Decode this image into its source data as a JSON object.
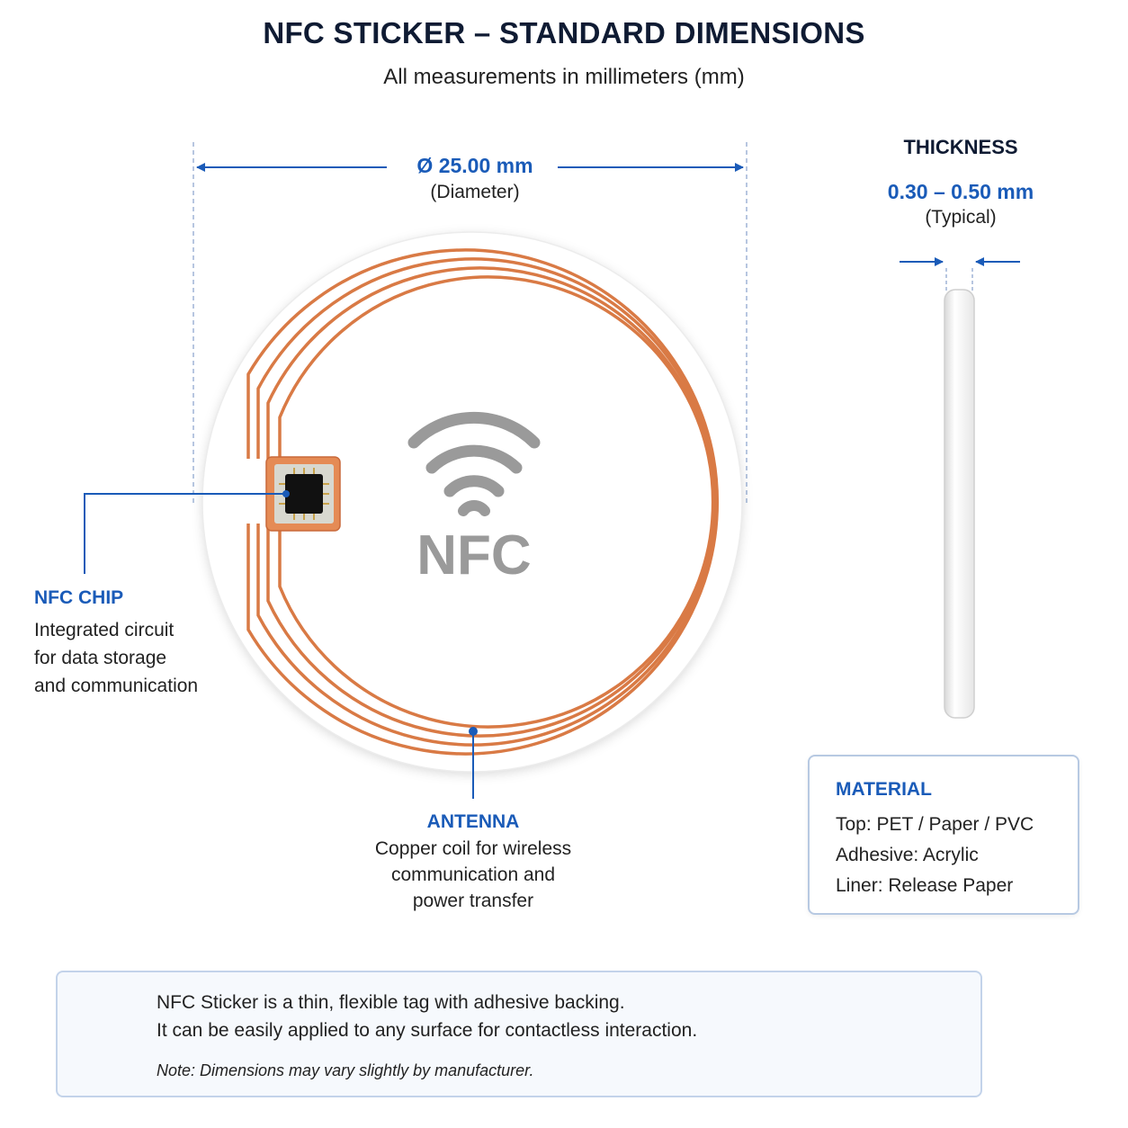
{
  "header": {
    "title": "NFC STICKER – STANDARD DIMENSIONS",
    "subtitle": "All measurements in millimeters (mm)"
  },
  "diameter": {
    "value": "Ø 25.00 mm",
    "note": "(Diameter)"
  },
  "thickness": {
    "title": "THICKNESS",
    "value": "0.30 – 0.50 mm",
    "note": "(Typical)"
  },
  "sticker": {
    "logo_text": "NFC"
  },
  "chip_callout": {
    "title": "NFC CHIP",
    "lines": [
      "Integrated circuit",
      "for data storage",
      "and communication"
    ]
  },
  "antenna_callout": {
    "title": "ANTENNA",
    "lines": [
      "Copper coil for wireless",
      "communication and",
      "power transfer"
    ]
  },
  "material": {
    "title": "MATERIAL",
    "lines": [
      "Top: PET / Paper / PVC",
      "Adhesive: Acrylic",
      "Liner: Release Paper"
    ]
  },
  "info": {
    "lines": [
      "NFC Sticker is a thin, flexible tag with adhesive backing.",
      "It can be easily applied to any surface for contactless interaction."
    ],
    "note": "Note: Dimensions may vary slightly by manufacturer."
  },
  "colors": {
    "accent": "#1a5bb8",
    "copper": "#d97a45",
    "title": "#0f1b33"
  }
}
